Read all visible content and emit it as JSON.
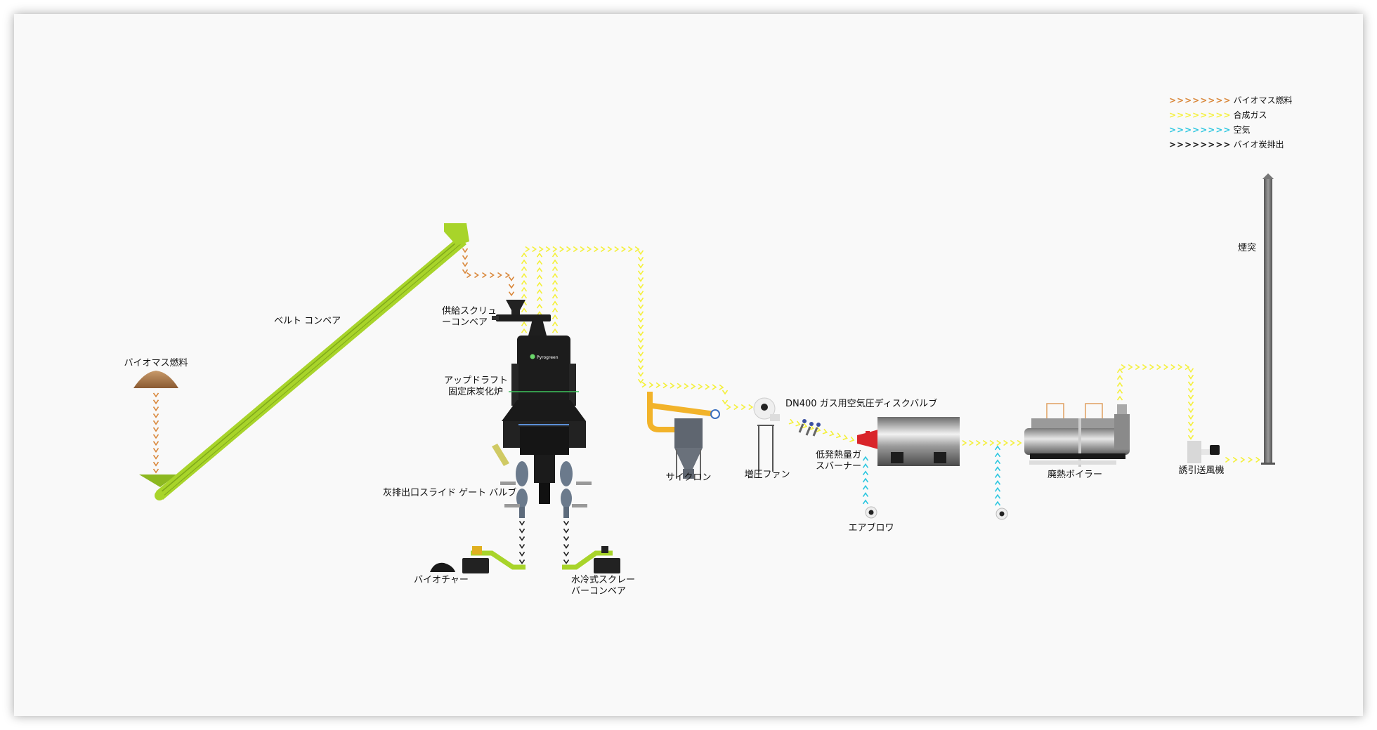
{
  "legend": [
    {
      "label": "バイオマス燃料",
      "color": "#d9873a",
      "glyph": ">>>>>>>>"
    },
    {
      "label": "合成ガス",
      "color": "#f4f03a",
      "glyph": ">>>>>>>>"
    },
    {
      "label": "空気",
      "color": "#2ec7e0",
      "glyph": ">>>>>>>>"
    },
    {
      "label": "バイオ炭排出",
      "color": "#222222",
      "glyph": ">>>>>>>>"
    }
  ],
  "colors": {
    "biomass": "#d9873a",
    "syngas": "#f4f03a",
    "air": "#2ec7e0",
    "char": "#222222",
    "conveyor": "#a8d42a",
    "reactor": "#1c1c1c",
    "pipe": "#f2b32a",
    "burner": "#d9242a",
    "steel": "#8a8a8a"
  },
  "components": {
    "biomass_fuel": "バイオマス燃料",
    "belt_conveyor": "ベルト コンベア",
    "screw_feeder_line1": "供給スクリュ",
    "screw_feeder_line2": "ーコンベア",
    "reactor_line1": "アップドラフト",
    "reactor_line2": "固定床炭化炉",
    "reactor_brand": "Pyrogreen",
    "ash_valve": "灰排出口スライド ゲート バルブ",
    "biochar": "バイオチャー",
    "scraper_line1": "水冷式スクレー",
    "scraper_line2": "バーコンベア",
    "cyclone": "サイクロン",
    "booster_fan": "増圧ファン",
    "disc_valve": "DN400 ガス用空気圧ディスクバルブ",
    "burner_line1": "低発熱量ガ",
    "burner_line2": "スバーナー",
    "air_blower": "エアブロワ",
    "waste_heat_boiler": "廃熱ボイラー",
    "induced_fan": "誘引送風機",
    "chimney": "煙突"
  }
}
